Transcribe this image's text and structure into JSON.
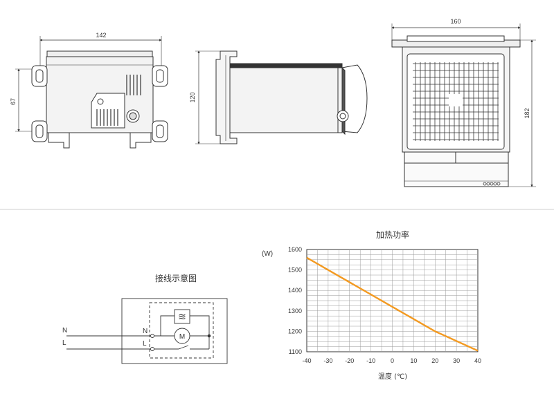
{
  "drawings": {
    "front_view": {
      "width_label": "142",
      "height_label": "67"
    },
    "side_view": {
      "height_label": "120"
    },
    "top_view": {
      "width_label": "160",
      "height_label": "182"
    }
  },
  "wiring": {
    "title": "接线示意图",
    "terminal_n_outer": "N",
    "terminal_l_outer": "L",
    "terminal_n_inner": "N",
    "terminal_l_inner": "L",
    "motor_label": "M",
    "heater_symbol": "≋"
  },
  "chart_data": {
    "type": "line",
    "title": "加热功率",
    "xlabel": "温度 (℃)",
    "ylabel": "(W)",
    "x": [
      -40,
      20,
      40
    ],
    "series": [
      {
        "values": [
          1560,
          1200,
          1105
        ],
        "color": "#f39a21"
      }
    ],
    "xticks": [
      "-40",
      "-30",
      "-20",
      "-10",
      "0",
      "10",
      "20",
      "30",
      "40"
    ],
    "yticks": [
      "1100",
      "1200",
      "1300",
      "1400",
      "1500",
      "1600"
    ],
    "xlim": [
      -40,
      40
    ],
    "ylim": [
      1100,
      1600
    ],
    "grid": true
  }
}
